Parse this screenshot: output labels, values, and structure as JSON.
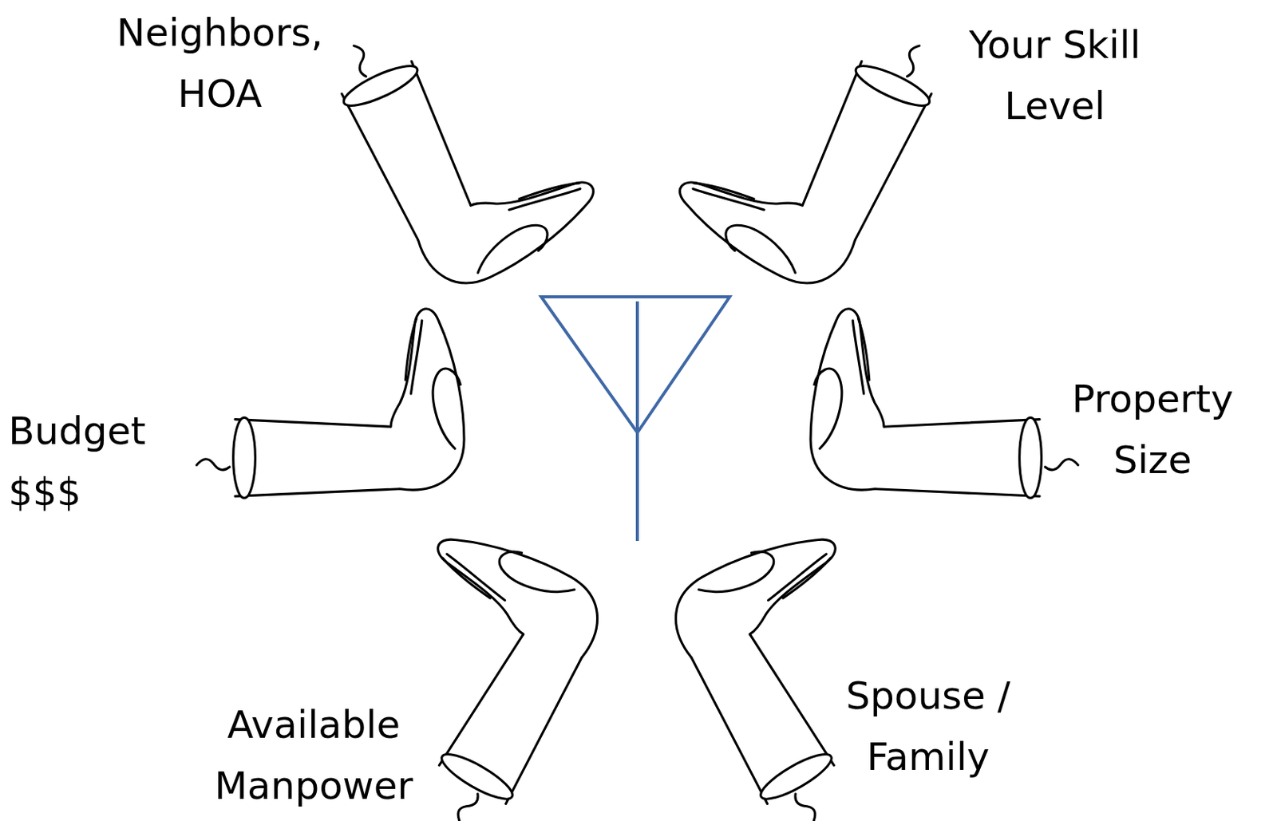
{
  "diagram": {
    "labels": [
      "Neighbors, HOA",
      "Your Skill Level",
      "Budget $$$",
      "Property Size",
      "Available Manpower",
      "Spouse / Family"
    ]
  }
}
